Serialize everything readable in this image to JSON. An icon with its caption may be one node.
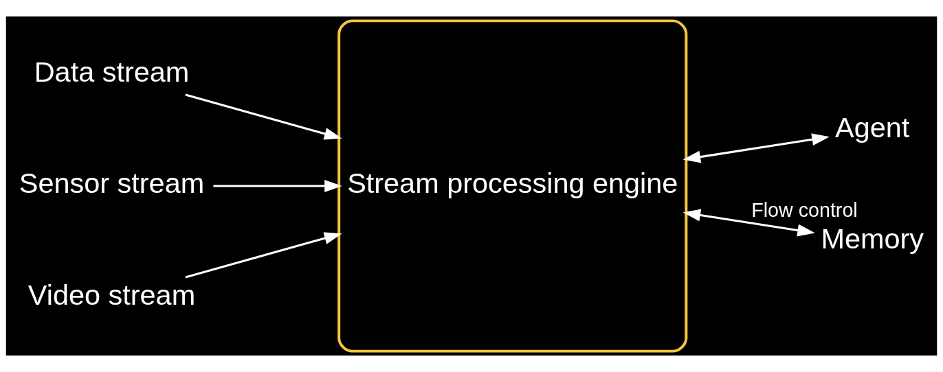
{
  "diagram": {
    "nodes": [
      {
        "text": [
          "Data stream"
        ]
      },
      {
        "text": [
          "Sensor stream"
        ]
      },
      {
        "text": [
          "Video stream"
        ]
      },
      {
        "text": [
          "Stream processing engine"
        ]
      },
      {
        "text": [
          "Agent"
        ]
      },
      {
        "text": [
          "Memory"
        ]
      }
    ],
    "edges": [
      {
        "from": 0,
        "to": 3,
        "arrow": "to"
      },
      {
        "from": 1,
        "to": 3,
        "arrow": "to"
      },
      {
        "from": 2,
        "to": 3,
        "arrow": "to"
      },
      {
        "from": 3,
        "to": 4,
        "arrow": "both"
      },
      {
        "from": 3,
        "to": 5,
        "arrow": "both",
        "label": "Flow control"
      }
    ]
  }
}
